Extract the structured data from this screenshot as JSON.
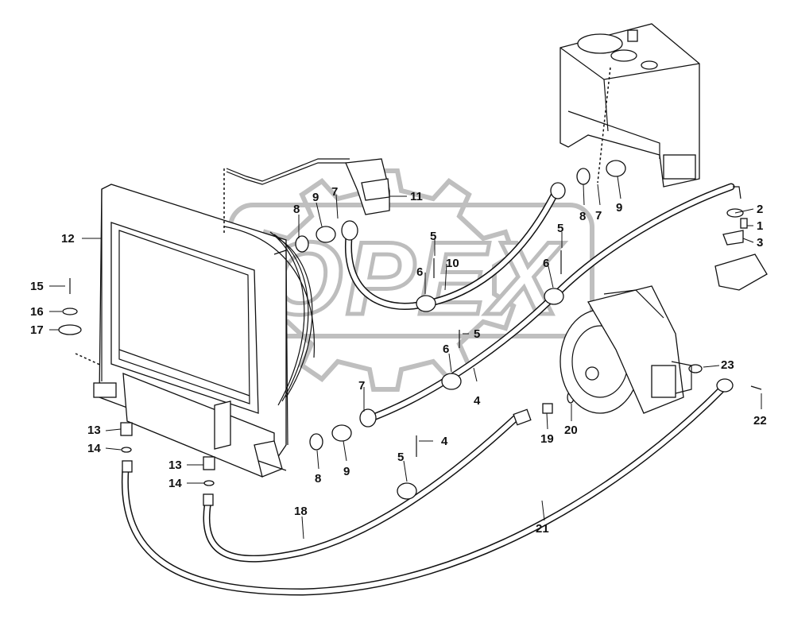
{
  "watermark": {
    "text": "OPEX"
  },
  "callouts": [
    {
      "id": "c-1",
      "text": "1"
    },
    {
      "id": "c-2",
      "text": "2"
    },
    {
      "id": "c-3",
      "text": "3"
    },
    {
      "id": "c-4a",
      "text": "4"
    },
    {
      "id": "c-4b",
      "text": "4"
    },
    {
      "id": "c-5a",
      "text": "5"
    },
    {
      "id": "c-5b",
      "text": "5"
    },
    {
      "id": "c-5c",
      "text": "5"
    },
    {
      "id": "c-5d",
      "text": "5"
    },
    {
      "id": "c-6a",
      "text": "6"
    },
    {
      "id": "c-6b",
      "text": "6"
    },
    {
      "id": "c-6c",
      "text": "6"
    },
    {
      "id": "c-7a",
      "text": "7"
    },
    {
      "id": "c-7b",
      "text": "7"
    },
    {
      "id": "c-7c",
      "text": "7"
    },
    {
      "id": "c-8a",
      "text": "8"
    },
    {
      "id": "c-8b",
      "text": "8"
    },
    {
      "id": "c-8c",
      "text": "8"
    },
    {
      "id": "c-9a",
      "text": "9"
    },
    {
      "id": "c-9b",
      "text": "9"
    },
    {
      "id": "c-9c",
      "text": "9"
    },
    {
      "id": "c-10",
      "text": "10"
    },
    {
      "id": "c-11",
      "text": "11"
    },
    {
      "id": "c-12",
      "text": "12"
    },
    {
      "id": "c-13a",
      "text": "13"
    },
    {
      "id": "c-13b",
      "text": "13"
    },
    {
      "id": "c-14a",
      "text": "14"
    },
    {
      "id": "c-14b",
      "text": "14"
    },
    {
      "id": "c-15",
      "text": "15"
    },
    {
      "id": "c-16",
      "text": "16"
    },
    {
      "id": "c-17",
      "text": "17"
    },
    {
      "id": "c-18",
      "text": "18"
    },
    {
      "id": "c-19",
      "text": "19"
    },
    {
      "id": "c-20",
      "text": "20"
    },
    {
      "id": "c-21",
      "text": "21"
    },
    {
      "id": "c-22",
      "text": "22"
    },
    {
      "id": "c-23",
      "text": "23"
    }
  ]
}
